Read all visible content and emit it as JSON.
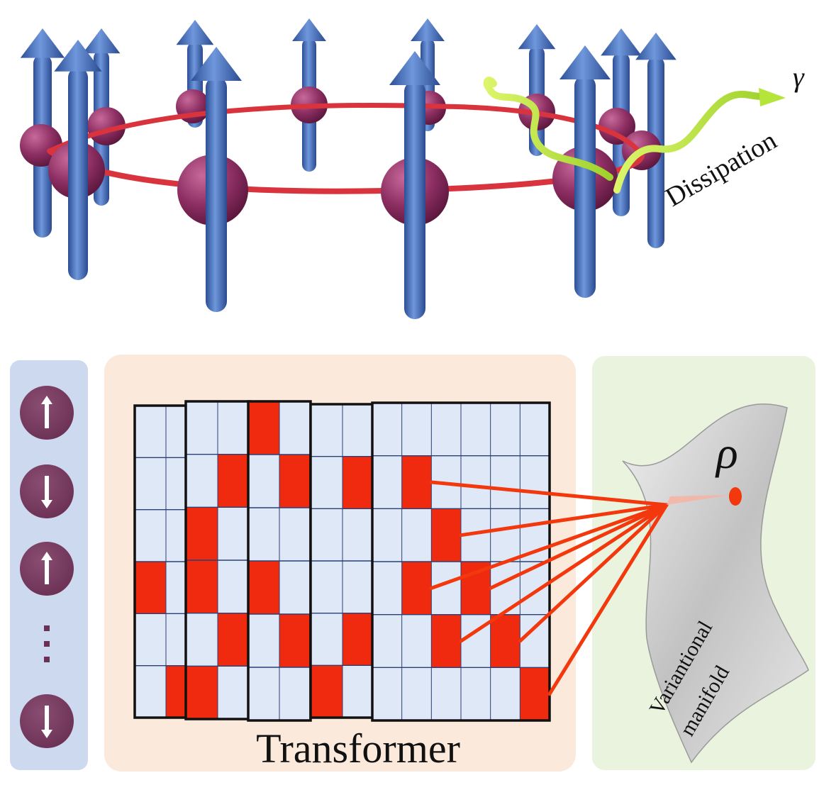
{
  "labels": {
    "gamma": "γ",
    "dissipation": "Dissipation",
    "rho": "ρ",
    "manifold_line1": "Variantional",
    "manifold_line2": "manifold",
    "transformer": "Transformer"
  },
  "spin_sequence": [
    "up",
    "down",
    "up",
    "ellipsis",
    "down"
  ],
  "attention_layers": [
    {
      "red": [
        [
          1,
          2
        ],
        [
          3,
          0
        ],
        [
          4,
          2
        ],
        [
          5,
          1
        ]
      ]
    },
    {
      "red": [
        [
          1,
          1
        ],
        [
          2,
          0
        ],
        [
          3,
          0
        ],
        [
          4,
          1
        ],
        [
          5,
          0
        ]
      ]
    },
    {
      "red": [
        [
          0,
          0
        ],
        [
          1,
          1
        ],
        [
          3,
          0
        ],
        [
          4,
          1
        ]
      ]
    },
    {
      "red": [
        [
          1,
          1
        ],
        [
          4,
          1
        ],
        [
          5,
          0
        ]
      ]
    },
    {
      "red": [
        [
          1,
          1
        ],
        [
          2,
          2
        ],
        [
          3,
          1
        ],
        [
          3,
          3
        ],
        [
          4,
          2
        ],
        [
          4,
          4
        ],
        [
          5,
          5
        ]
      ]
    }
  ],
  "colors": {
    "arrow_blue": "#4a74c4",
    "sphere_purple": "#8e2f63",
    "ring_red": "#d9343d",
    "wave_green": "#b5e43a",
    "grid_cell": "#dfe8f6",
    "grid_highlight": "#f02a0e",
    "panel_left": "#cdd9ee",
    "panel_middle": "#fbe9dc",
    "panel_right": "#e9f3dd",
    "manifold_grey": "#c9c9c9",
    "rho_dot": "#f2380c"
  }
}
